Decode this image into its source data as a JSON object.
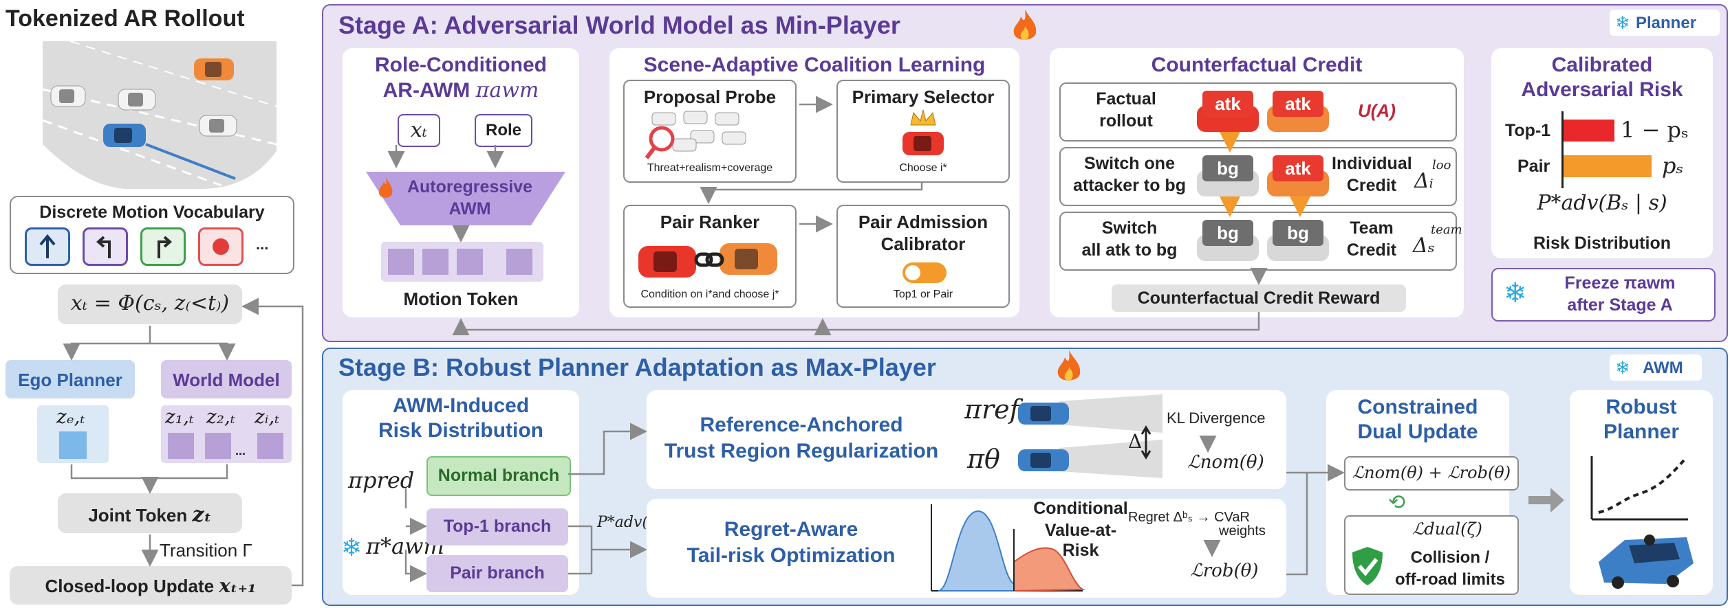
{
  "left": {
    "title": "Tokenized AR Rollout",
    "vocab_title": "Discrete Motion Vocabulary",
    "vocab_more": "...",
    "eq_xt": "xₜ = Φ(cₛ, z₍<t₎)",
    "ego_planner": "Ego Planner",
    "world_model": "World Model",
    "z_e": "zₑ,ₜ",
    "z_1": "z₁,ₜ",
    "z_2": "z₂,ₜ",
    "z_i": "zᵢ,ₜ",
    "z_dots": "...",
    "joint_token": "Joint Token",
    "joint_sym": "zₜ",
    "transition": "Transition Γ",
    "closed_loop": "Closed-loop Update",
    "closed_sym": "xₜ₊₁"
  },
  "stage_a": {
    "title": "Stage A: Adversarial World Model as Min-Player",
    "badge": "Planner",
    "role_title_1": "Role-Conditioned",
    "role_title_2": "AR-AWM",
    "role_pi": "πawm",
    "xt": "xₜ",
    "role": "Role",
    "autoregressive": "Autoregressive",
    "awm": "AWM",
    "motion_token": "Motion Token",
    "coalition_title": "Scene-Adaptive Coalition Learning",
    "proposal_probe": "Proposal Probe",
    "proposal_caption": "Threat+realism+coverage",
    "primary_selector": "Primary Selector",
    "primary_caption": "Choose i*",
    "pair_ranker": "Pair Ranker",
    "pair_caption": "Condition on i*and choose j*",
    "pair_admission_1": "Pair Admission",
    "pair_admission_2": "Calibrator",
    "admission_caption": "Top1 or Pair",
    "cf_title": "Counterfactual Credit",
    "row1_l1": "Factual",
    "row1_l2": "rollout",
    "atk": "atk",
    "bg": "bg",
    "ua": "U(A)",
    "row2_l1": "Switch one",
    "row2_l2": "attacker to bg",
    "row2_r1": "Individual",
    "row2_r2": "Credit",
    "row2_sym": "Δᵢ",
    "row2_sup": "loo",
    "row3_l1": "Switch",
    "row3_l2": "all atk to bg",
    "row3_r1": "Team",
    "row3_r2": "Credit",
    "row3_sym": "Δₛ",
    "row3_sup": "team",
    "cf_reward": "Counterfactual Credit Reward",
    "risk_title_1": "Calibrated",
    "risk_title_2": "Adversarial Risk",
    "top1": "Top-1",
    "pair": "Pair",
    "top1_val": "1 − pₛ",
    "pair_val": "pₛ",
    "p_adv": "P*adv(Bₛ | s)",
    "risk_dist": "Risk Distribution",
    "freeze_1": "Freeze πawm",
    "freeze_2": "after Stage A"
  },
  "stage_b": {
    "title": "Stage B: Robust Planner Adaptation as Max-Player",
    "badge": "AWM",
    "risk_title_1": "AWM-Induced",
    "risk_title_2": "Risk Distribution",
    "pi_pred": "πpred",
    "normal_branch": "Normal branch",
    "pi_awm": "π*awm",
    "top1_branch": "Top-1 branch",
    "pair_branch": "Pair branch",
    "p_adv": "P*adv(Bₛ|s)",
    "trust_1": "Reference-Anchored",
    "trust_2": "Trust Region Regularization",
    "pi_ref": "πref",
    "pi_theta": "πθ",
    "delta": "Δ",
    "kl": "KL Divergence",
    "l_nom": "ℒnom(θ)",
    "regret_1": "Regret-Aware",
    "regret_2": "Tail-risk Optimization",
    "cvar_1": "Conditional",
    "cvar_2": "Value-at-Risk",
    "regret_text_1": "Regret Δᵇₛ → CVaR",
    "regret_text_2": "weights",
    "l_rob": "ℒrob(θ)",
    "dual_1": "Constrained",
    "dual_2": "Dual Update",
    "l_sum": "ℒnom(θ) + ℒrob(θ)",
    "l_dual": "ℒdual(ζ)",
    "collision_1": "Collision /",
    "collision_2": "off-road limits",
    "robust_1": "Robust",
    "robust_2": "Planner"
  },
  "colors": {
    "stage_a_bg": "#e9e3f3",
    "stage_a_border": "#7b5ab0",
    "stage_a_title": "#5b3a96",
    "stage_b_bg": "#dfe9f5",
    "stage_b_border": "#3f6fb0",
    "stage_b_title": "#2d5fa8",
    "atk": "#e83a2e",
    "bg_chip": "#6e6e6e",
    "orange_bar": "#f39a2a",
    "red_bar": "#e8282a"
  }
}
